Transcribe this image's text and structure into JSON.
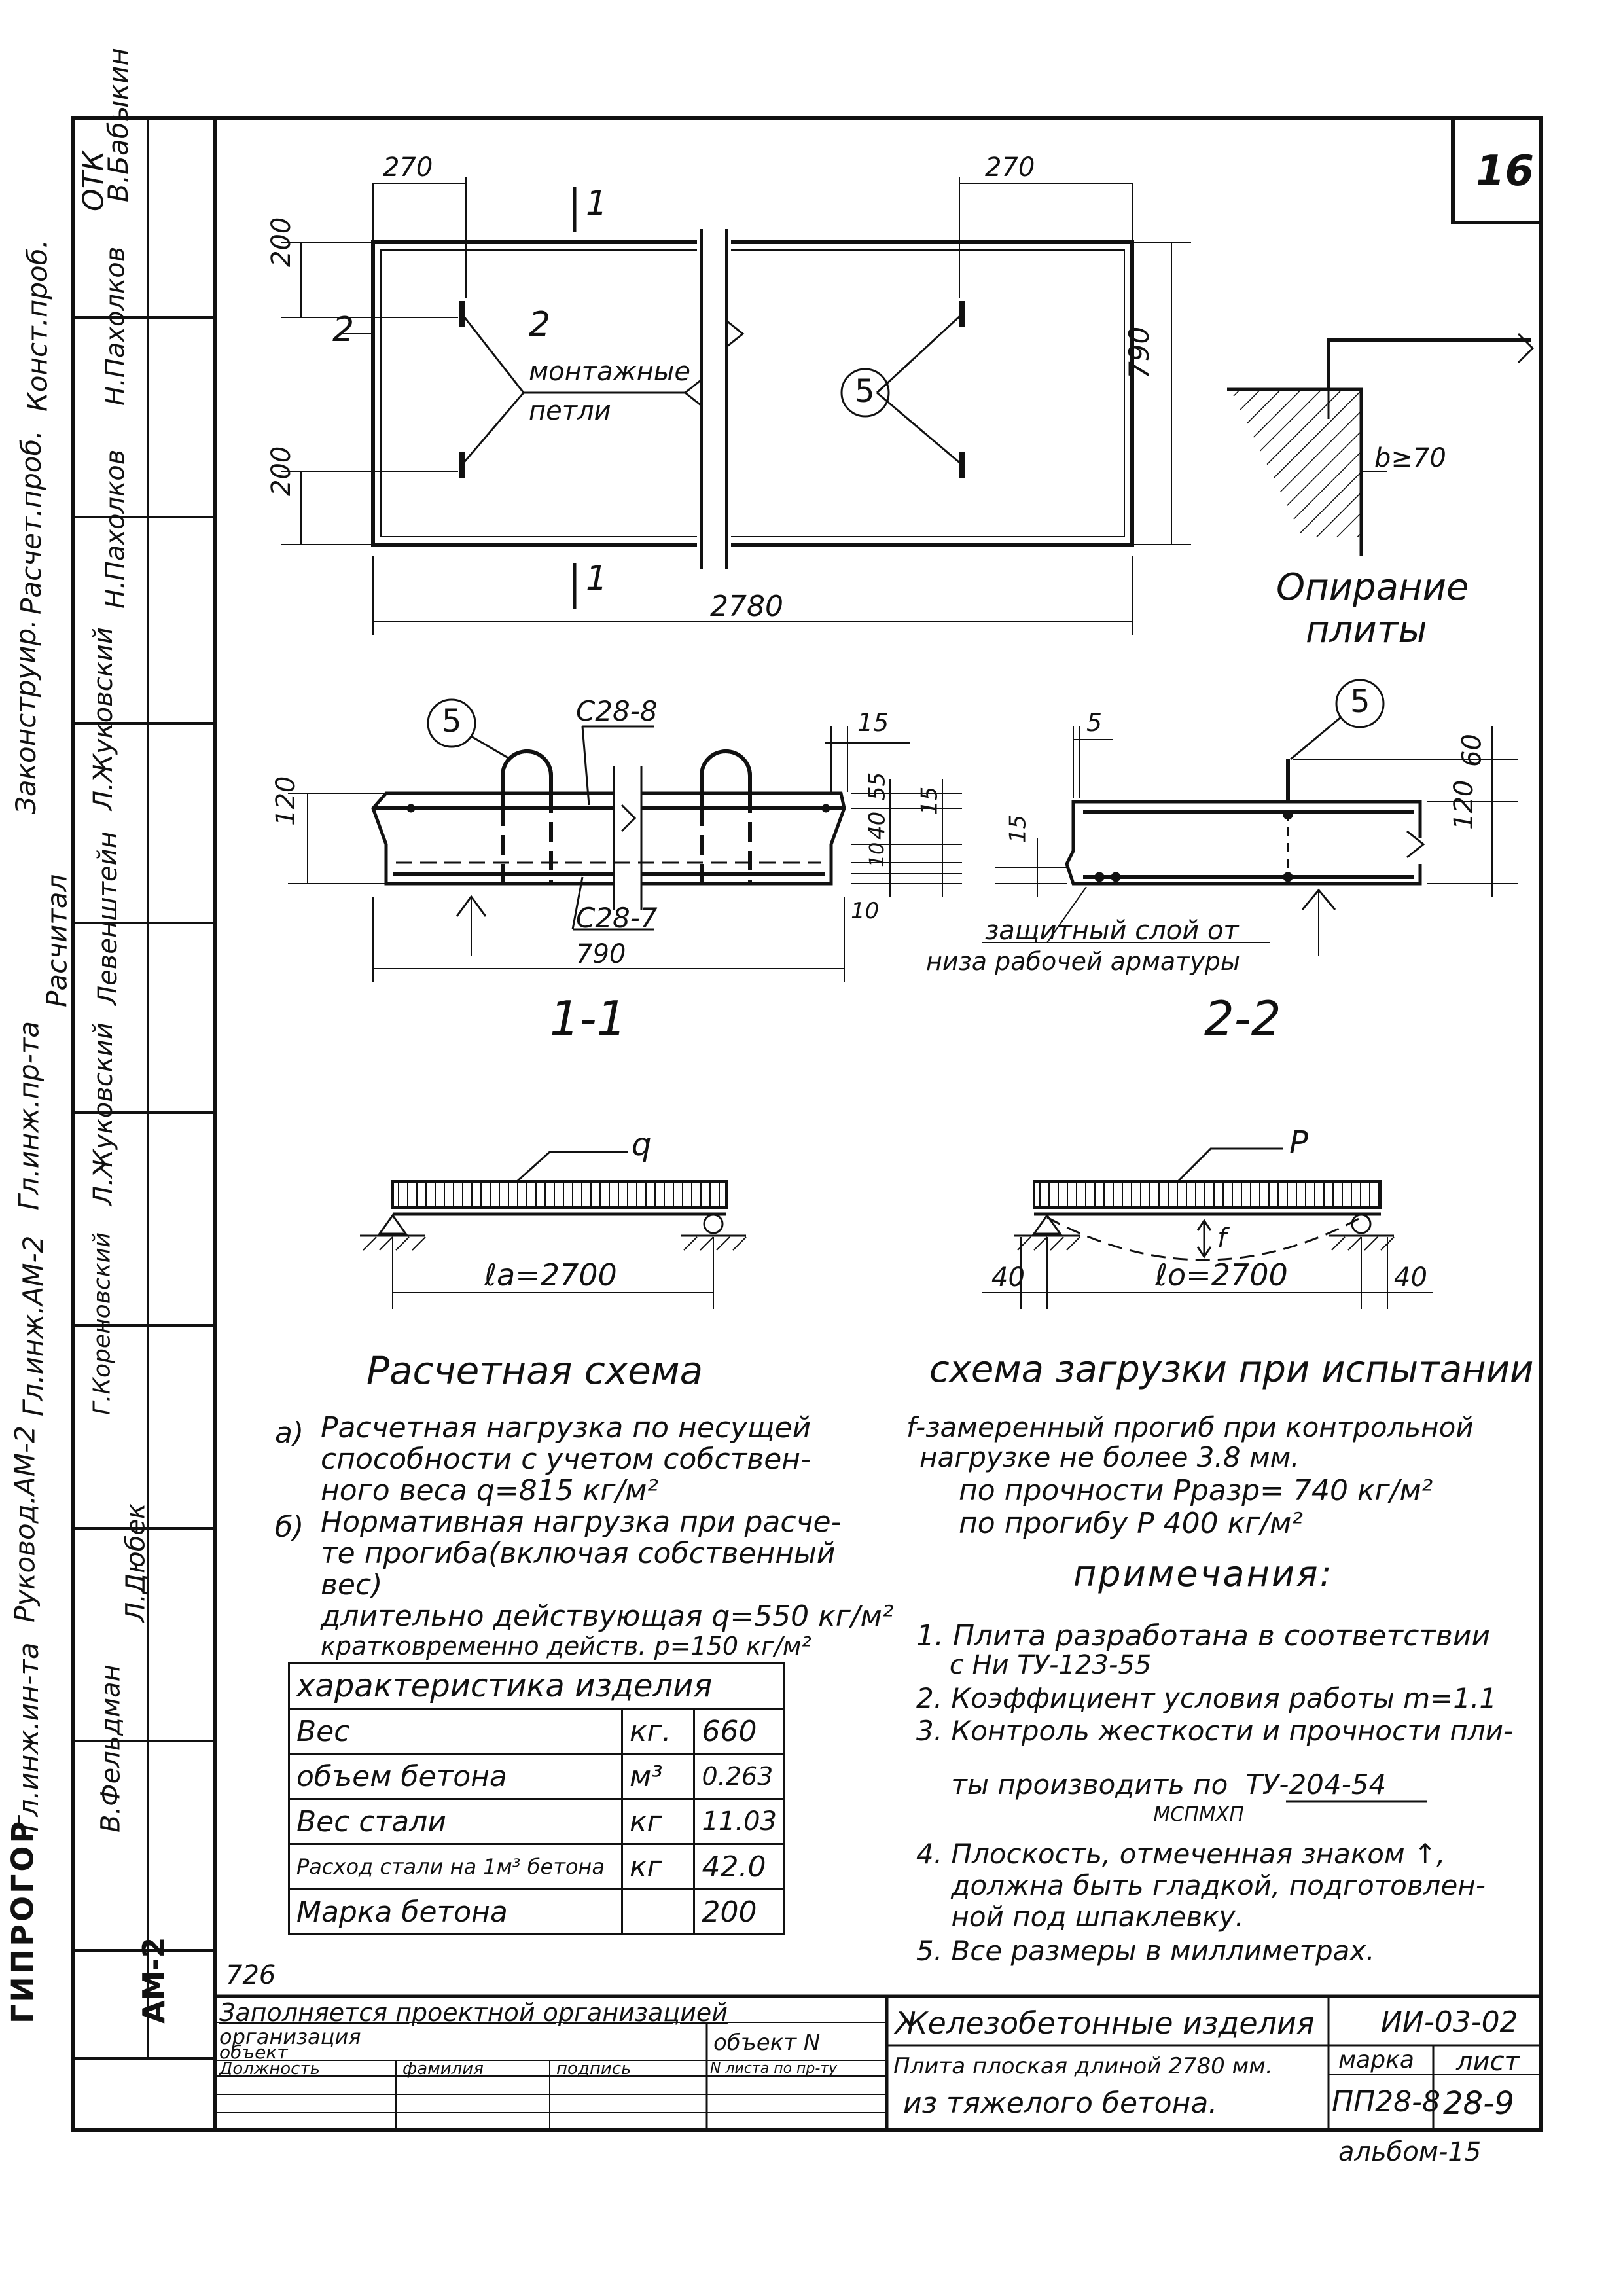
{
  "sheet": {
    "sheet_no": "16",
    "side_stamp": [
      "ОТК",
      "Конст.проб.",
      "Расчет.проб.",
      "Законструир.",
      "Расчитал",
      "Гл.инж.пр-та",
      "Гл.инж.АМ-2",
      "Руковод.АМ-2",
      "Гл.инж.ин-та"
    ],
    "side_names": [
      "В.Бабыкин",
      "Н.Пахолков",
      "Н.Пахолков",
      "Л.Жуковский",
      "Левенштейн",
      "Л.Жуковский",
      "Г.Кореновский",
      "Л.Дюбек",
      "В.Фельдман"
    ],
    "org_vertical": "ГИПРОГОР",
    "org_code": "АМ-2"
  },
  "plan": {
    "dim_left_top": "270",
    "dim_right_top": "270",
    "dim_side_top": "200",
    "dim_side_bottom": "200",
    "dim_height": "790",
    "dim_length": "2780",
    "section_1_top": "1",
    "section_1_bottom": "1",
    "section_2": "2",
    "callout_2": "2",
    "loops_label_1": "монтажные",
    "loops_label_2": "петли",
    "callout_5": "5"
  },
  "support": {
    "dim_b": "b≥70",
    "title_1": "Опирание",
    "title_2": "плиты"
  },
  "section_1_1": {
    "callout_5": "5",
    "bar_top": "С28-8",
    "bar_bottom": "С28-7",
    "dim_15_top": "15",
    "dim_120": "120",
    "dim_55": "55",
    "dim_15_mid": "15",
    "dim_40": "40",
    "dim_10_a": "10",
    "dim_10_b": "10",
    "dim_790": "790",
    "title": "1-1"
  },
  "section_2_2": {
    "callout_5": "5",
    "dim_5": "5",
    "dim_60": "60",
    "dim_120": "120",
    "dim_15": "15",
    "cover_label_1": "защитный слой от",
    "cover_label_2": "низа рабочей арматуры",
    "title": "2-2"
  },
  "calc_scheme": {
    "load": "q",
    "span": "ℓа=2700",
    "title": "Расчетная схема",
    "note_a_mark": "а)",
    "note_a_1": "Расчетная нагрузка по несущей",
    "note_a_2": "способности с учетом собствен-",
    "note_a_3": "ного веса q=815 кг/м²",
    "note_b_mark": "б)",
    "note_b_1": "Нормативная нагрузка при расче-",
    "note_b_2": "те прогиба(включая собственный",
    "note_b_3": "вес)",
    "note_b_4": "длительно действующая q=550 кг/м²",
    "note_b_5": "кратковременно действ.       p=150 кг/м²"
  },
  "test_scheme": {
    "load": "P",
    "deflection": "f",
    "left_dim": "40",
    "span": "ℓо=2700",
    "right_dim": "40",
    "title": "схема загрузки при испытании",
    "note_1": "f-замеренный прогиб при контрольной",
    "note_2": "нагрузке не более 3.8 мм.",
    "note_3": "по прочности  Pразр= 740 кг/м²",
    "note_4": "по прогибу    P        400 кг/м²"
  },
  "product_table": {
    "header": "характеристика изделия",
    "rows": [
      {
        "name": "Вес",
        "unit": "кг.",
        "value": "660"
      },
      {
        "name": "объем бетона",
        "unit": "м³",
        "value": "0.263"
      },
      {
        "name": "Вес стали",
        "unit": "кг",
        "value": "11.03"
      },
      {
        "name": "Расход стали на 1м³ бетона",
        "unit": "кг",
        "value": "42.0"
      },
      {
        "name": "Марка бетона",
        "unit": "",
        "value": "200"
      }
    ]
  },
  "notes": {
    "title": "примечания:",
    "items": [
      "1. Плита разработана в соответствии",
      "    с Ни ТУ-123-55",
      "2. Коэффициент условия работы m=1.1",
      "3. Контроль жесткости и прочности пли-",
      "    ты производить по  ТУ-204-54",
      "                                      МСПМХП",
      "4. Плоскость, отмеченная знаком ↑,",
      "    должна быть гладкой, подготовлен-",
      "    ной под шпаклевку.",
      "5. Все размеры в миллиметрах."
    ]
  },
  "title_block": {
    "code_left": "726",
    "filled_by": "Заполняется проектной организацией",
    "org_label": "организация",
    "object_label": "объект",
    "object_no": "объект N",
    "col_position": "Должность",
    "col_surname": "фамилия",
    "col_signature": "подпись",
    "col_sheet_no": "N листа по пр-ту",
    "product_group": "Железобетонные изделия",
    "series": "ИИ-03-02",
    "description_1": "Плита плоская длиной 2780 мм.",
    "description_2": "из тяжелого бетона.",
    "mark_label": "марка",
    "mark_value": "ПП28-8",
    "sheet_label": "лист",
    "sheet_value": "28-9",
    "album": "альбом-15"
  }
}
